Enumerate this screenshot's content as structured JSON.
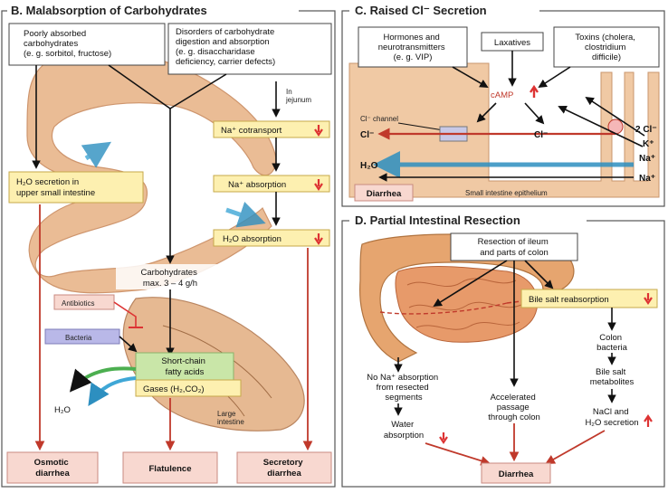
{
  "panels": {
    "b": {
      "title": "B. Malabsorption of Carbohydrates",
      "top_left_box": [
        "Poorly absorbed",
        "carbohydrates",
        "(e. g. sorbitol, fructose)"
      ],
      "top_right_box": [
        "Disorders of carbohydrate",
        "digestion and absorption",
        "(e. g. disaccharidase",
        "deficiency, carrier defects)"
      ],
      "in_jejunum": [
        "In",
        "jejunum"
      ],
      "na_cotransport": "Na⁺ cotransport",
      "na_absorption": "Na⁺ absorption",
      "h2o_absorption": "H₂O absorption",
      "h2o_secretion": [
        "H₂O secretion in",
        "upper small intestine"
      ],
      "carbohydrates": [
        "Carbohydrates",
        "max. 3 – 4 g/h"
      ],
      "antibiotics": "Antibiotics",
      "bacteria": "Bacteria",
      "short_chain": [
        "Short-chain",
        "fatty acids"
      ],
      "gases": "Gases (H₂,CO₂)",
      "h2o": "H₂O",
      "large_intestine": [
        "Large",
        "intestine"
      ],
      "outcomes": [
        [
          "Osmotic",
          "diarrhea"
        ],
        [
          "Flatulence"
        ],
        [
          "Secretory",
          "diarrhea"
        ]
      ]
    },
    "c": {
      "title": "C. Raised Cl⁻ Secretion",
      "hormones": [
        "Hormones and",
        "neurotransmitters",
        "(e. g. VIP)"
      ],
      "laxatives": "Laxatives",
      "toxins": [
        "Toxins (cholera,",
        "clostridium",
        "difficile)"
      ],
      "camp": "cAMP",
      "cl_channel": "Cl⁻ channel",
      "cl_left": "Cl⁻",
      "cl_mid": "Cl⁻",
      "cl_right": "2 Cl⁻",
      "k": "K⁺",
      "na_right": "Na⁺",
      "h2o": "H₂O",
      "na_bottom": "Na⁺",
      "diarrhea": "Diarrhea",
      "epithelium": "Small intestine epithelium"
    },
    "d": {
      "title": "D. Partial Intestinal Resection",
      "resection": [
        "Resection of ileum",
        "and parts of colon"
      ],
      "bile_reabsorption": "Bile salt reabsorption",
      "colon_bacteria": [
        "Colon",
        "bacteria"
      ],
      "bile_metabolites": [
        "Bile salt",
        "metabolites"
      ],
      "no_na": [
        "No Na⁺ absorption",
        "from resected",
        "segments"
      ],
      "accelerated": [
        "Accelerated",
        "passage",
        "through colon"
      ],
      "water_absorption": [
        "Water",
        "absorption"
      ],
      "nacl_secretion": [
        "NaCl and",
        "H₂O secretion"
      ],
      "diarrhea": "Diarrhea"
    }
  },
  "colors": {
    "arrow_red": "#c0392b",
    "arrow_black": "#111111",
    "label_pink": "#f8d8d0",
    "label_yellow": "#fdf0b0",
    "intestine_tan": "#e8b58a",
    "epithelium": "#f0c9a4",
    "water_blue": "#3fa7d6",
    "bacteria_blue": "#b9b8e8",
    "green_acids": "#c9e6a8"
  },
  "icons": [
    "up-arrow-red",
    "down-arrow-red",
    "arrow-black"
  ]
}
